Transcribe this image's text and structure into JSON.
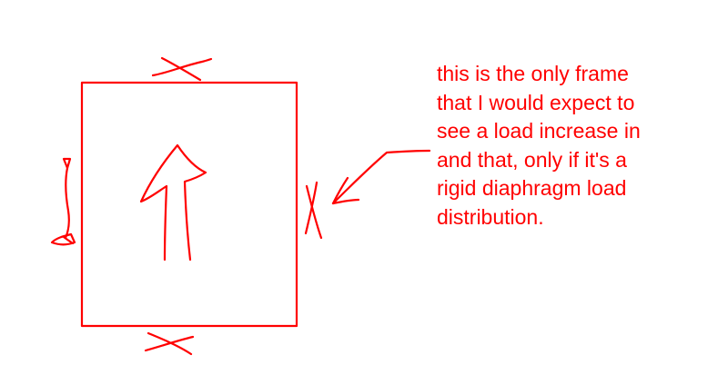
{
  "ink_color": "#ff0000",
  "background_color": "#ffffff",
  "annotation": {
    "lines": [
      "this is the only frame",
      "that I would expect to",
      "see a load increase in",
      "and that, only if it's a",
      "rigid diaphragm load",
      "distribution."
    ]
  },
  "icons": {
    "direction_arrow": "up-arrow-icon",
    "pointer_arrow": "callout-arrow-icon"
  }
}
